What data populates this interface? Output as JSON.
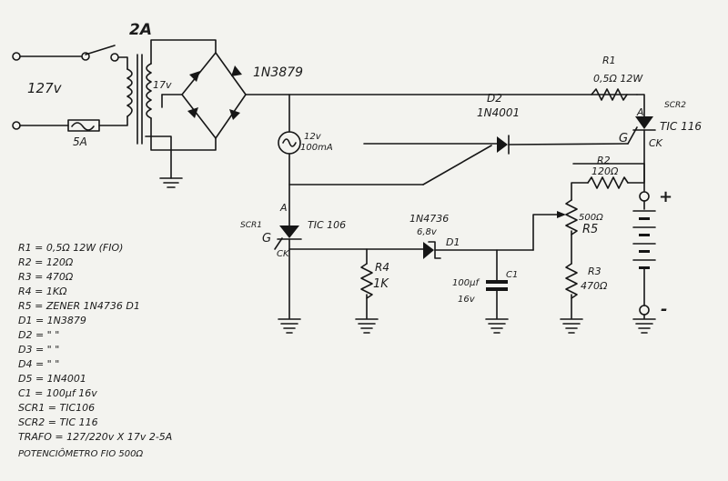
{
  "header": {
    "current_label": "2A"
  },
  "mains": {
    "voltage": "127v",
    "fuse": "5A"
  },
  "transformer": {
    "secondary": "17v"
  },
  "bridge": {
    "part": "1N3879"
  },
  "r1": {
    "ref": "R1",
    "value": "0,5Ω 12W"
  },
  "d2": {
    "ref": "D2",
    "part": "1N4001"
  },
  "lamp": {
    "volts": "12v",
    "current": "100mA"
  },
  "scr2": {
    "name": "SCR2",
    "part": "TIC 116",
    "anode": "A",
    "gate": "G",
    "cathode": "CK"
  },
  "r2": {
    "ref": "R2",
    "value": "120Ω"
  },
  "r5": {
    "ref": "R5",
    "value": "500Ω"
  },
  "r3": {
    "ref": "R3",
    "value": "470Ω"
  },
  "battery": {
    "plus": "+",
    "minus": "-"
  },
  "scr1": {
    "name": "SCR1",
    "part": "TIC 106",
    "anode": "A",
    "gate": "G",
    "cathode": "CK"
  },
  "d1": {
    "part": "1N4736",
    "voltage": "6,8v",
    "ref": "D1"
  },
  "r4": {
    "ref": "R4",
    "value": "1K"
  },
  "c1": {
    "ref": "C1",
    "value": "100μf",
    "voltage": "16v"
  },
  "parts_list": [
    "R1 = 0,5Ω 12W (FIO)",
    "R2 = 120Ω",
    "R3 = 470Ω",
    "R4 = 1KΩ",
    "R5 = ZENER 1N4736 D1",
    "D1 = 1N3879",
    "D2 = \" \"",
    "D3 = \" \"",
    "D4 = \" \"",
    "D5 = 1N4001",
    "C1 = 100μf 16v",
    "SCR1 = TIC106",
    "SCR2 = TIC 116",
    "TRAFO = 127/220v X 17v 2-5A",
    "POTENCIÔMETRO FIO 500Ω"
  ]
}
